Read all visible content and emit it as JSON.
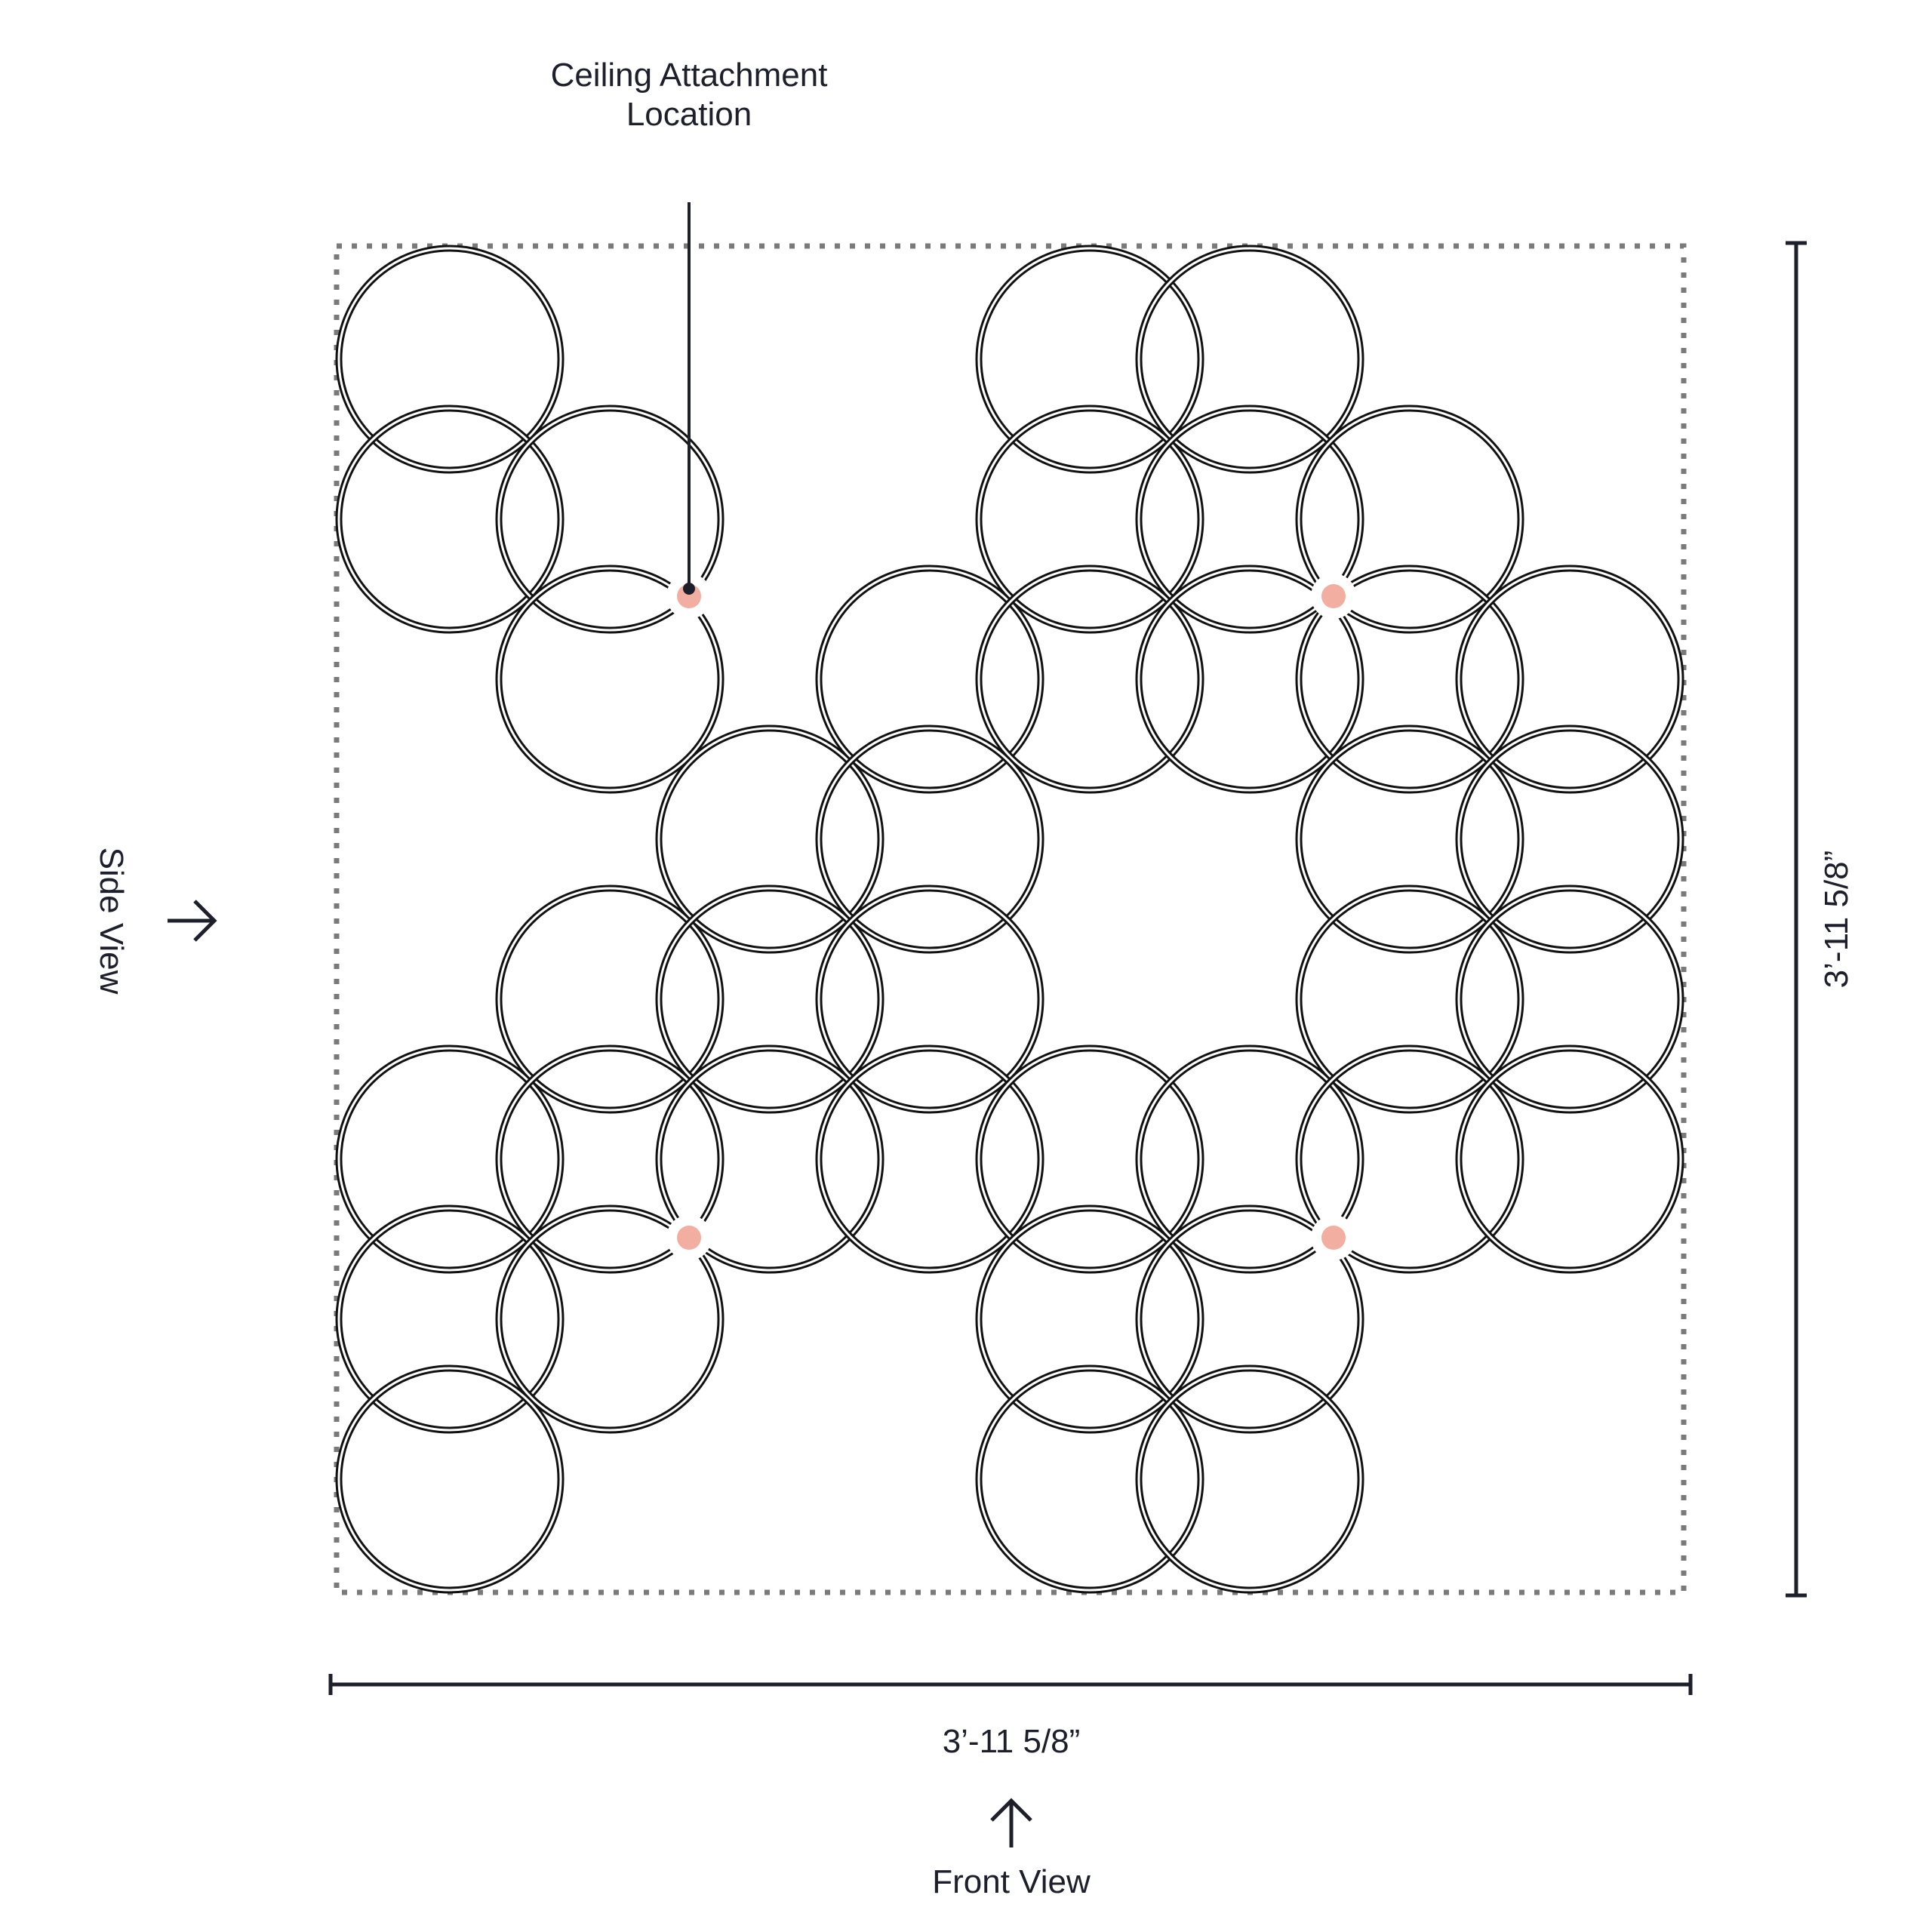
{
  "labels": {
    "attachment_line1": "Ceiling Attachment",
    "attachment_line2": "Location",
    "side_view": "Side View",
    "front_view": "Front View",
    "width_dimension": "3’-11 5/8”",
    "height_dimension": "3’-11 5/8”"
  },
  "colors": {
    "ring": "#111111",
    "attachment_point": "#f2aea0",
    "boundary": "#7a7a7a",
    "text": "#1d1f2a"
  },
  "icons": {
    "side_arrow": "arrow-right-icon",
    "front_arrow": "arrow-up-icon"
  }
}
